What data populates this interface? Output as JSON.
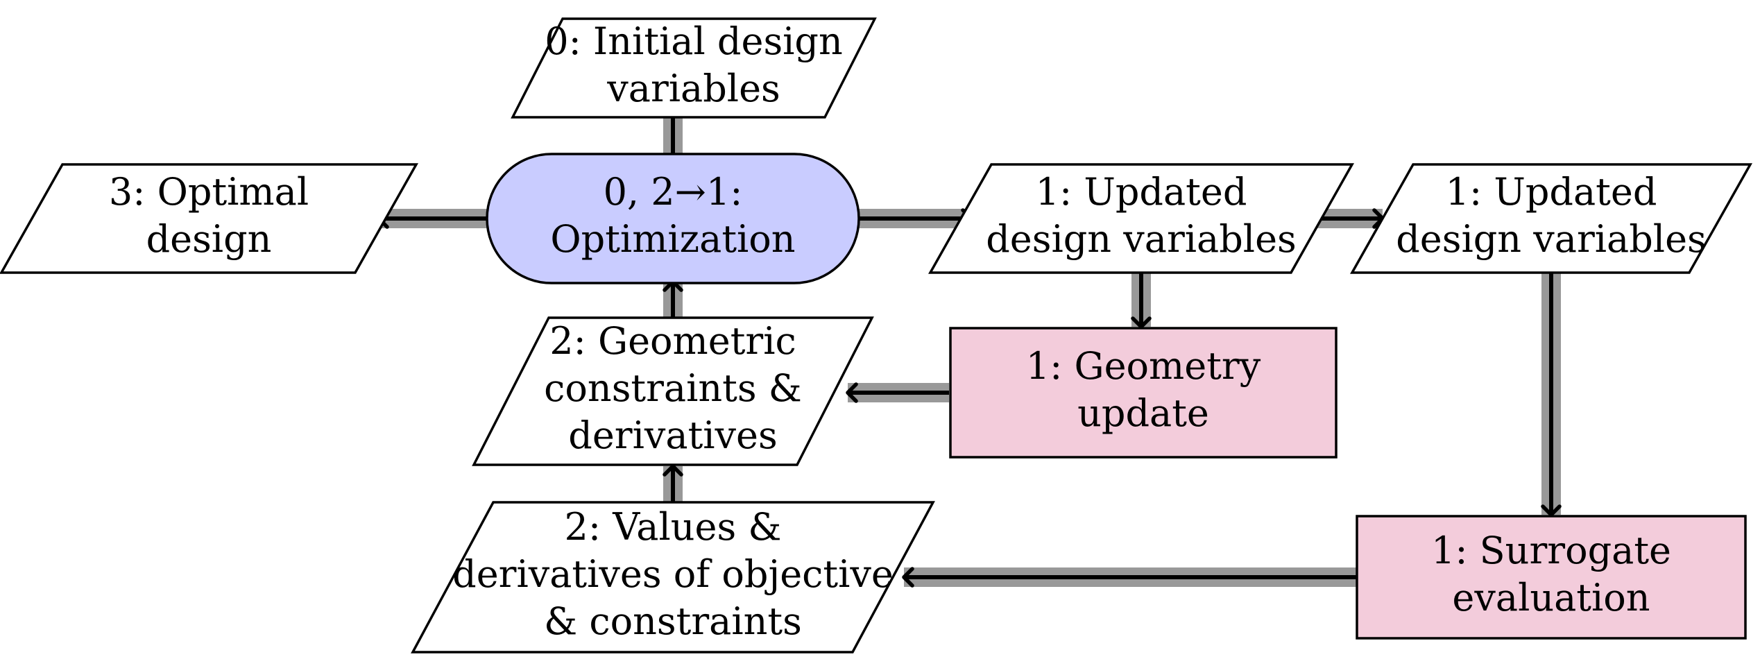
{
  "diagram": {
    "colors": {
      "optimizer_fill": "#c9ccff",
      "component_fill": "#f3ccdb",
      "data_fill": "#ffffff",
      "flow_gray": "#999999",
      "flow_black": "#000000"
    },
    "nodes": {
      "initial_design_variables": {
        "lines": [
          "0: Initial design",
          "variables"
        ],
        "shape": "parallelogram"
      },
      "optimization": {
        "lines": [
          "0, 2→1:",
          "Optimization"
        ],
        "shape": "rounded"
      },
      "optimal_design": {
        "lines": [
          "3: Optimal",
          "design"
        ],
        "shape": "parallelogram"
      },
      "updated_design_variables_a": {
        "lines": [
          "1: Updated",
          "design variables"
        ],
        "shape": "parallelogram"
      },
      "updated_design_variables_b": {
        "lines": [
          "1: Updated",
          "design variables"
        ],
        "shape": "parallelogram"
      },
      "geometric_constraints": {
        "lines": [
          "2: Geometric",
          "constraints &",
          "derivatives"
        ],
        "shape": "parallelogram"
      },
      "geometry_update": {
        "lines": [
          "1: Geometry",
          "update"
        ],
        "shape": "rectangle"
      },
      "values_derivatives": {
        "lines": [
          "2: Values &",
          "derivatives of objective",
          "& constraints"
        ],
        "shape": "parallelogram"
      },
      "surrogate_evaluation": {
        "lines": [
          "1: Surrogate",
          "evaluation"
        ],
        "shape": "rectangle"
      }
    },
    "edges": [
      {
        "from": "initial_design_variables",
        "to": "optimization",
        "arrow": false
      },
      {
        "from": "optimization",
        "to": "optimal_design",
        "arrow": true
      },
      {
        "from": "optimization",
        "to": "updated_design_variables_a",
        "arrow": true
      },
      {
        "from": "updated_design_variables_a",
        "to": "updated_design_variables_b",
        "arrow": true
      },
      {
        "from": "updated_design_variables_a",
        "to": "geometry_update",
        "arrow": true
      },
      {
        "from": "updated_design_variables_b",
        "to": "surrogate_evaluation",
        "arrow": true
      },
      {
        "from": "geometry_update",
        "to": "geometric_constraints",
        "arrow": true
      },
      {
        "from": "geometric_constraints",
        "to": "optimization",
        "arrow": true
      },
      {
        "from": "values_derivatives",
        "to": "geometric_constraints",
        "arrow": true
      },
      {
        "from": "surrogate_evaluation",
        "to": "values_derivatives",
        "arrow": true
      }
    ]
  }
}
